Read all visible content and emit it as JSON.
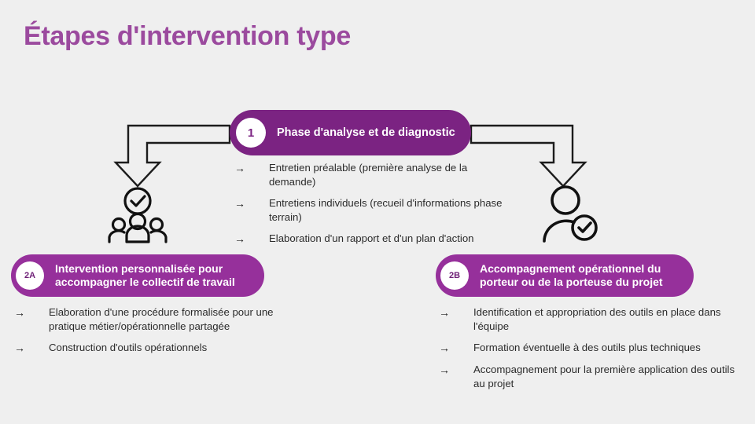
{
  "slide": {
    "title": "Étapes d'intervention type",
    "background_color": "#efefef",
    "title_color": "#9b4a9e"
  },
  "colors": {
    "purple_dark": "#7b2382",
    "purple_light": "#96309b",
    "badge_bg": "#ffffff",
    "text": "#2b2b2b",
    "connector_stroke": "#1c1c1c"
  },
  "phase_main": {
    "badge": "1",
    "label": "Phase d'analyse et de diagnostic",
    "bullet_arrow": "→",
    "bullets": [
      "Entretien préalable (première analyse de la demande)",
      "Entretiens individuels (recueil d'informations phase terrain)",
      "Elaboration d'un rapport et d'un plan d'action"
    ]
  },
  "phase_2a": {
    "badge": "2A",
    "label_line1": "Intervention personnalisée pour",
    "label_line2": "accompagner le collectif de travail",
    "icon": "group-check-icon",
    "bullet_arrow": "→",
    "bullets": [
      "Elaboration d'une procédure formalisée pour une pratique métier/opérationnelle partagée",
      "Construction d'outils opérationnels"
    ]
  },
  "phase_2b": {
    "badge": "2B",
    "label_line1": "Accompagnement opérationnel du",
    "label_line2": "porteur ou de la porteuse du projet",
    "icon": "person-check-icon",
    "bullet_arrow": "→",
    "bullets": [
      "Identification et appropriation des outils en place dans l'équipe",
      "Formation éventuelle à des outils plus techniques",
      "Accompagnement pour la première application des outils au projet"
    ]
  }
}
